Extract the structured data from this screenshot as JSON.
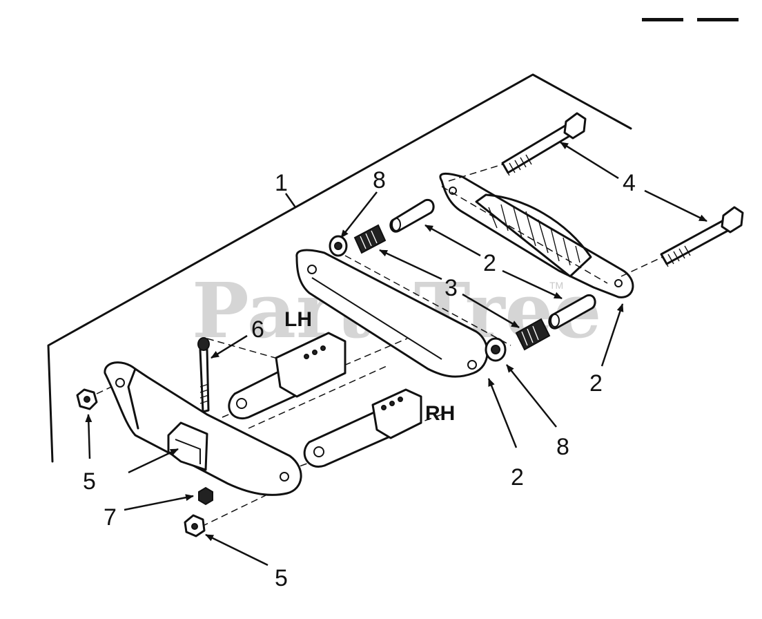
{
  "watermark": {
    "text": "PartsTree",
    "trademark": "TM"
  },
  "side_labels": {
    "left_hand": "LH",
    "right_hand": "RH"
  },
  "callouts": {
    "c1": "1",
    "c8_top": "8",
    "c4": "4",
    "c2_a": "2",
    "c3": "3",
    "c6": "6",
    "c2_right": "2",
    "c2_bottom": "2",
    "c8_bottom": "8",
    "c5_left": "5",
    "c7": "7",
    "c5_bottom": "5"
  },
  "colors": {
    "ink": "#111111",
    "background": "#ffffff",
    "watermark": "#c8c8c8"
  }
}
